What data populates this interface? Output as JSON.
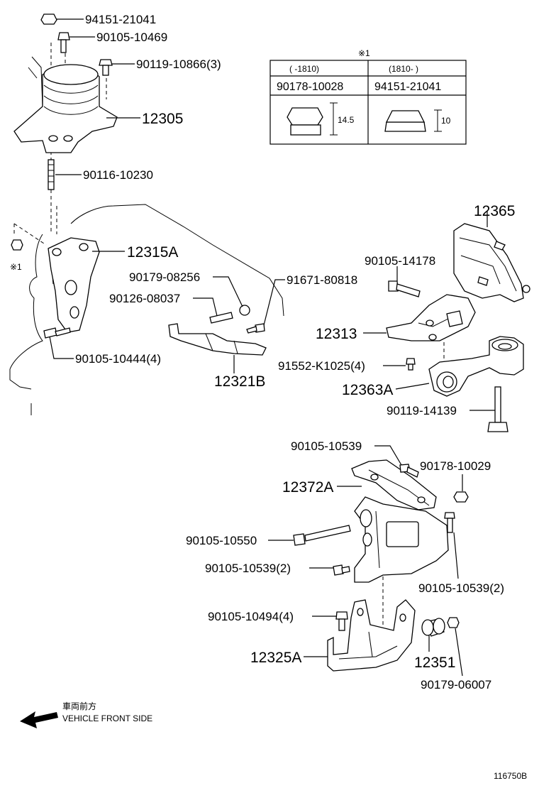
{
  "labels": {
    "p_94151_21041": "94151-21041",
    "p_90105_10469": "90105-10469",
    "p_90119_10866": "90119-10866(3)",
    "p_12305": "12305",
    "p_90116_10230": "90116-10230",
    "p_12315A": "12315A",
    "p_90179_08256": "90179-08256",
    "p_90126_08037": "90126-08037",
    "p_91671_80818": "91671-80818",
    "p_90105_10444": "90105-10444(4)",
    "p_12321B": "12321B",
    "p_12365": "12365",
    "p_90105_14178": "90105-14178",
    "p_12313": "12313",
    "p_91552_K1025": "91552-K1025(4)",
    "p_12363A": "12363A",
    "p_90119_14139": "90119-14139",
    "p_90105_10539_a": "90105-10539",
    "p_90178_10029": "90178-10029",
    "p_12372A": "12372A",
    "p_90105_10550": "90105-10550",
    "p_90105_10539_b": "90105-10539(2)",
    "p_90105_10539_c": "90105-10539(2)",
    "p_90105_10494": "90105-10494(4)",
    "p_12325A": "12325A",
    "p_12351": "12351",
    "p_90179_06007": "90179-06007"
  },
  "note_mark": "※1",
  "table": {
    "title": "※1",
    "col1_range": "(      -1810)",
    "col2_range": "(1810-      )",
    "col1_part": "90178-10028",
    "col2_part": "94151-21041",
    "col1_dim": "14.5",
    "col2_dim": "10"
  },
  "direction": {
    "jp": "車両前方",
    "en": "VEHICLE FRONT SIDE"
  },
  "figure_id": "116750B"
}
